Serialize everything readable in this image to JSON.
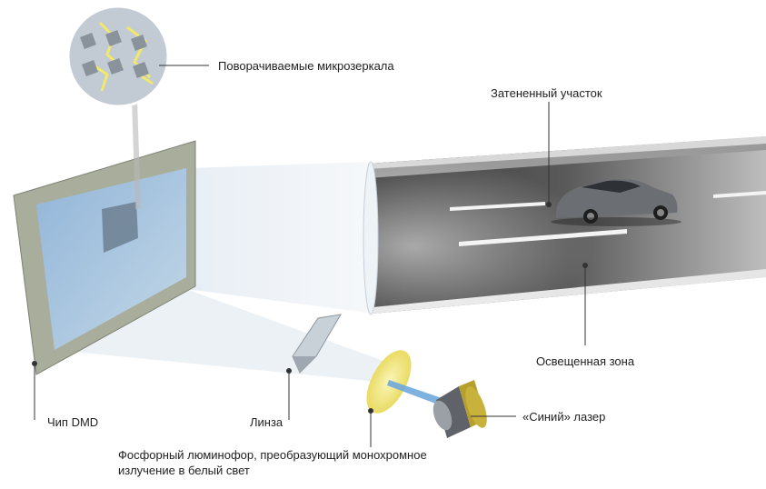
{
  "labels": {
    "micromirrors": "Поворачиваемые микрозеркала",
    "shaded_area": "Затененный участок",
    "lit_zone": "Освещенная зона",
    "dmd_chip": "Чип DMD",
    "lens": "Линза",
    "phosphor": "Фосфорный люминофор, преобразующий монохромное излучение в белый свет",
    "laser": "«Синий» лазер"
  },
  "colors": {
    "chip_frame": "#a9ad9c",
    "chip_screen": "#a9c8e6",
    "beam": "#dfe7f0",
    "road": "#4a4a4a",
    "phosphor_disc": "#f3e98a",
    "laser_beam": "#6fa8dc",
    "laser_ring": "#c8b23c",
    "car": "#6b6e72"
  }
}
